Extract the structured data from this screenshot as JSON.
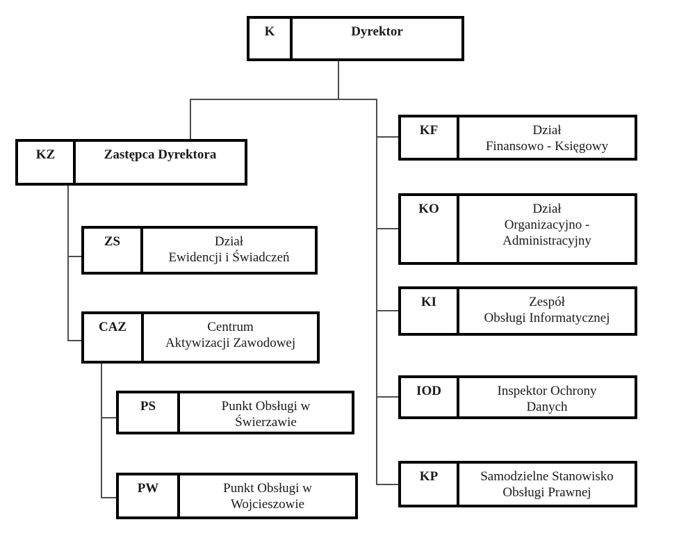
{
  "nodes": {
    "k": {
      "code": "K",
      "label": "Dyrektor"
    },
    "kz": {
      "code": "KZ",
      "label": "Zastępca Dyrektora"
    },
    "zs": {
      "code": "ZS",
      "label": "Dział\nEwidencji i Świadczeń"
    },
    "caz": {
      "code": "CAZ",
      "label": "Centrum\nAktywizacji Zawodowej"
    },
    "ps": {
      "code": "PS",
      "label": "Punkt Obsługi w\nŚwierzawie"
    },
    "pw": {
      "code": "PW",
      "label": "Punkt Obsługi w\nWojcieszowie"
    },
    "kf": {
      "code": "KF",
      "label": "Dział\nFinansowo - Księgowy"
    },
    "ko": {
      "code": "KO",
      "label": "Dział\nOrganizacyjno -\nAdministracyjny"
    },
    "ki": {
      "code": "KI",
      "label": "Zespół\nObsługi Informatycznej"
    },
    "iod": {
      "code": "IOD",
      "label": "Inspektor Ochrony\nDanych"
    },
    "kp": {
      "code": "KP",
      "label": "Samodzielne Stanowisko\nObsługi Prawnej"
    }
  },
  "hierarchy": {
    "edges": [
      [
        "k",
        "kz"
      ],
      [
        "k",
        "kf"
      ],
      [
        "k",
        "ko"
      ],
      [
        "k",
        "ki"
      ],
      [
        "k",
        "iod"
      ],
      [
        "k",
        "kp"
      ],
      [
        "kz",
        "zs"
      ],
      [
        "kz",
        "caz"
      ],
      [
        "caz",
        "ps"
      ],
      [
        "caz",
        "pw"
      ]
    ]
  },
  "colors": {
    "background": "#ffffff",
    "box_border": "#000000",
    "connector": "#4d4d4d",
    "text": "#1a1a1a"
  }
}
